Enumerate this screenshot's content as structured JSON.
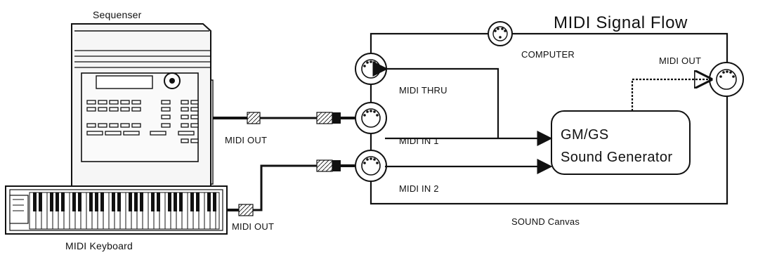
{
  "diagram": {
    "title": "MIDI Signal Flow",
    "sequencer_label": "Sequenser",
    "keyboard_label": "MIDI Keyboard",
    "seq_midi_out_label": "MIDI OUT",
    "kbd_midi_out_label": "MIDI OUT",
    "computer_label": "COMPUTER",
    "midi_thru_label": "MIDI THRU",
    "midi_in1_label": "MIDI IN 1",
    "midi_in2_label": "MIDI IN 2",
    "midi_out_right_label": "MIDI OUT",
    "generator_line1": "GM/GS",
    "generator_line2": "Sound Generator",
    "canvas_label": "SOUND Canvas"
  },
  "colors": {
    "ink": "#111111",
    "paper": "#ffffff",
    "light_fill": "#f3f3f3"
  },
  "icons": {
    "sequencer_device": "sequencer-device-icon",
    "keyboard_device": "midi-keyboard-icon",
    "midi_connector": "midi-din-connector-icon",
    "midi_plug": "midi-plug-icon",
    "signal_arrow": "arrow-right-icon"
  }
}
